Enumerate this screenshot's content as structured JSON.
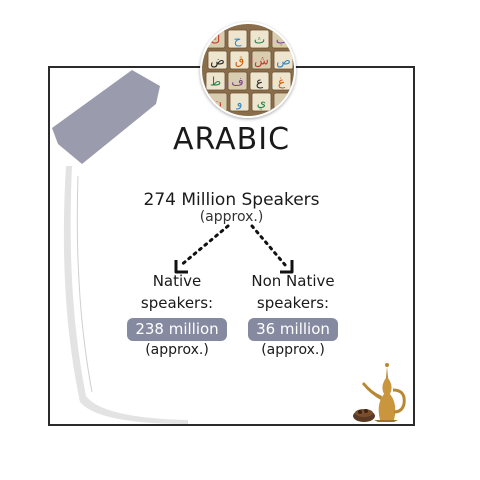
{
  "title": "ARABIC",
  "total": {
    "count_label": "274 Million Speakers",
    "approx_label": "(approx.)"
  },
  "branches": [
    {
      "line1": "Native",
      "line2": "speakers:",
      "value": "238 million",
      "approx": "(approx.)"
    },
    {
      "line1": "Non Native",
      "line2": "speakers:",
      "value": "36 million",
      "approx": "(approx.)"
    }
  ],
  "colors": {
    "pill": "#868aa0",
    "tape": "#9a9cad",
    "frame": "#2b2b2b",
    "dallah": "#c9963d"
  },
  "photo_tiles": [
    "ك",
    "ح",
    "ث",
    "ب",
    "ض",
    "ق",
    "ش",
    "ص",
    "ط",
    "ف",
    "ع",
    "غ",
    "ن",
    "و",
    "ي",
    "ه"
  ]
}
